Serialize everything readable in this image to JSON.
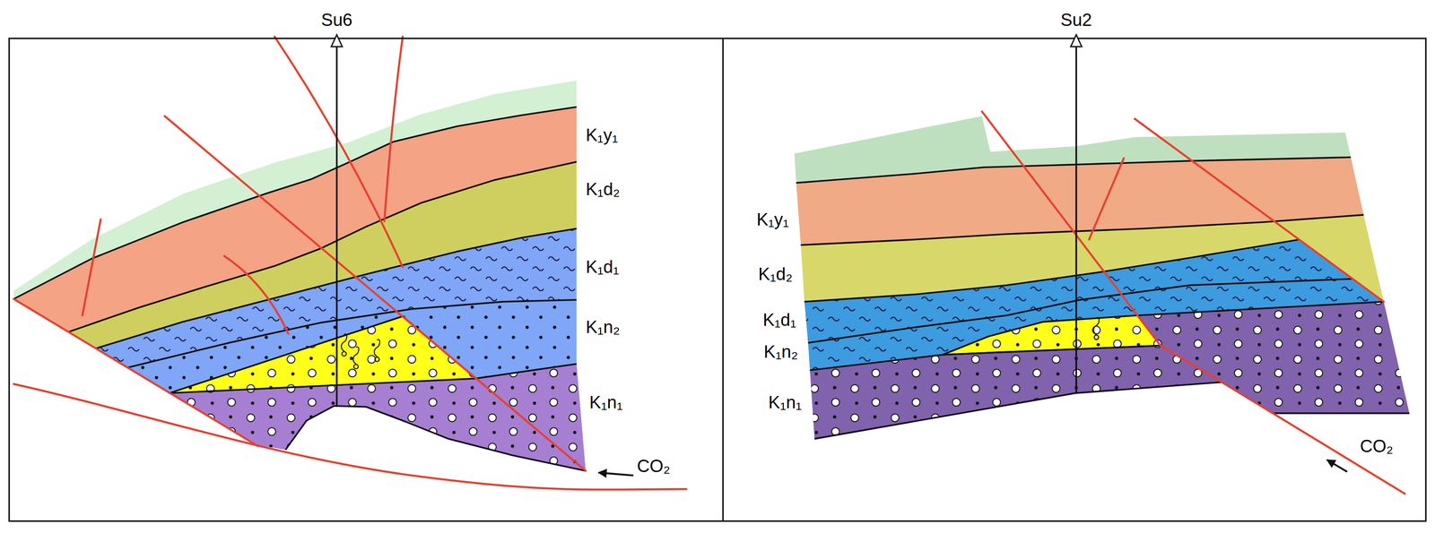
{
  "diagram": {
    "labels": [
      "Su6",
      "K₁y₁",
      "K₁d₂",
      "K₁d₁",
      "K₁n₂",
      "K₁n₁",
      "CO₂",
      "Su2",
      "K₁y₁",
      "K₁d₂",
      "K₁d₁",
      "K₁n₂",
      "K₁n₁",
      "CO₂"
    ]
  }
}
